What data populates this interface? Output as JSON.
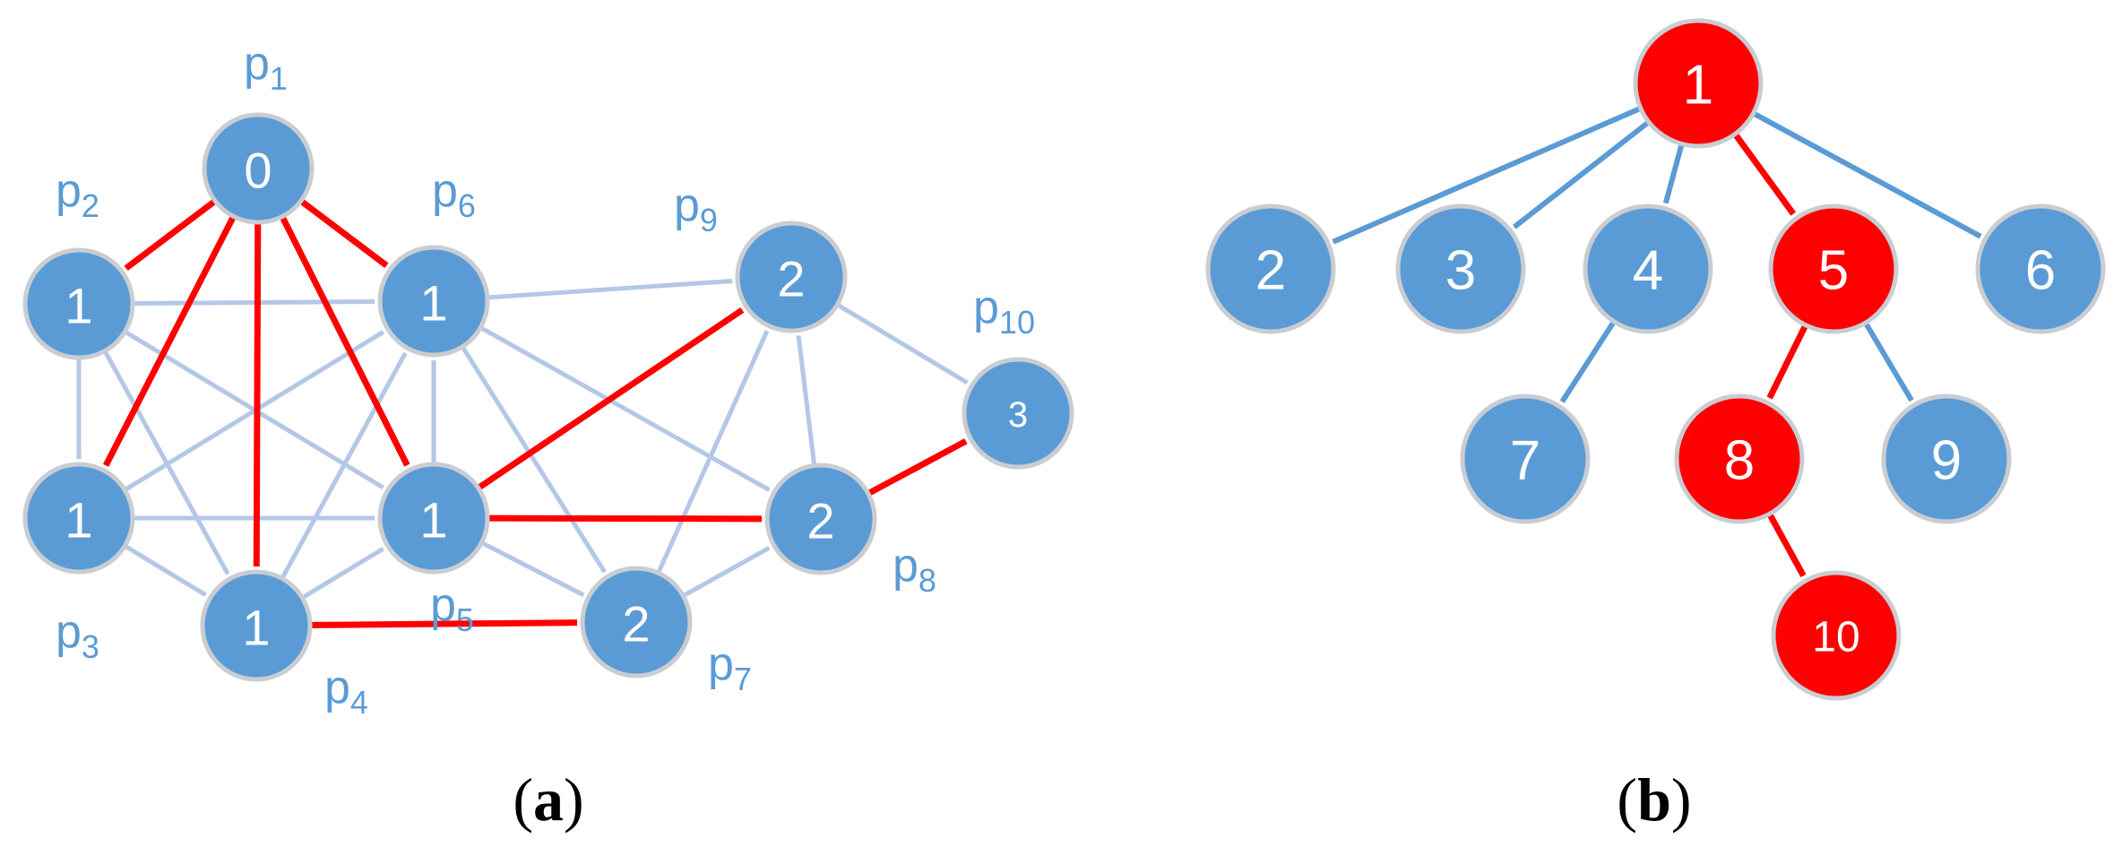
{
  "panel_a": {
    "nodes": [
      {
        "id": "p1",
        "value": "0",
        "label": "p",
        "sub": "1"
      },
      {
        "id": "p2",
        "value": "1",
        "label": "p",
        "sub": "2"
      },
      {
        "id": "p3",
        "value": "1",
        "label": "p",
        "sub": "3"
      },
      {
        "id": "p4",
        "value": "1",
        "label": "p",
        "sub": "4"
      },
      {
        "id": "p5",
        "value": "1",
        "label": "p",
        "sub": "5"
      },
      {
        "id": "p6",
        "value": "1",
        "label": "p",
        "sub": "6"
      },
      {
        "id": "p7",
        "value": "2",
        "label": "p",
        "sub": "7"
      },
      {
        "id": "p8",
        "value": "2",
        "label": "p",
        "sub": "8"
      },
      {
        "id": "p9",
        "value": "2",
        "label": "p",
        "sub": "9"
      },
      {
        "id": "p10",
        "value": "3",
        "label": "p",
        "sub": "10"
      }
    ],
    "edges": [
      {
        "from": "p1",
        "to": "p2",
        "highlight": true
      },
      {
        "from": "p1",
        "to": "p3",
        "highlight": true
      },
      {
        "from": "p1",
        "to": "p4",
        "highlight": true
      },
      {
        "from": "p1",
        "to": "p5",
        "highlight": true
      },
      {
        "from": "p1",
        "to": "p6",
        "highlight": true
      },
      {
        "from": "p2",
        "to": "p6",
        "highlight": false
      },
      {
        "from": "p2",
        "to": "p3",
        "highlight": false
      },
      {
        "from": "p2",
        "to": "p4",
        "highlight": false
      },
      {
        "from": "p2",
        "to": "p5",
        "highlight": false
      },
      {
        "from": "p3",
        "to": "p6",
        "highlight": false
      },
      {
        "from": "p3",
        "to": "p5",
        "highlight": false
      },
      {
        "from": "p3",
        "to": "p4",
        "highlight": false
      },
      {
        "from": "p4",
        "to": "p6",
        "highlight": false
      },
      {
        "from": "p4",
        "to": "p5",
        "highlight": false
      },
      {
        "from": "p4",
        "to": "p7",
        "highlight": true
      },
      {
        "from": "p5",
        "to": "p6",
        "highlight": false
      },
      {
        "from": "p5",
        "to": "p9",
        "highlight": true
      },
      {
        "from": "p5",
        "to": "p8",
        "highlight": true
      },
      {
        "from": "p5",
        "to": "p7",
        "highlight": false
      },
      {
        "from": "p6",
        "to": "p9",
        "highlight": false
      },
      {
        "from": "p6",
        "to": "p8",
        "highlight": false
      },
      {
        "from": "p6",
        "to": "p7",
        "highlight": false
      },
      {
        "from": "p7",
        "to": "p9",
        "highlight": false
      },
      {
        "from": "p7",
        "to": "p8",
        "highlight": false
      },
      {
        "from": "p8",
        "to": "p9",
        "highlight": false
      },
      {
        "from": "p8",
        "to": "p10",
        "highlight": true
      },
      {
        "from": "p9",
        "to": "p10",
        "highlight": false
      }
    ]
  },
  "panel_b": {
    "nodes": [
      {
        "id": "n1",
        "value": "1",
        "highlight": true
      },
      {
        "id": "n2",
        "value": "2",
        "highlight": false
      },
      {
        "id": "n3",
        "value": "3",
        "highlight": false
      },
      {
        "id": "n4",
        "value": "4",
        "highlight": false
      },
      {
        "id": "n5",
        "value": "5",
        "highlight": true
      },
      {
        "id": "n6",
        "value": "6",
        "highlight": false
      },
      {
        "id": "n7",
        "value": "7",
        "highlight": false
      },
      {
        "id": "n8",
        "value": "8",
        "highlight": true
      },
      {
        "id": "n9",
        "value": "9",
        "highlight": false
      },
      {
        "id": "n10",
        "value": "10",
        "highlight": true
      }
    ],
    "edges": [
      {
        "from": "n1",
        "to": "n2",
        "highlight": false
      },
      {
        "from": "n1",
        "to": "n3",
        "highlight": false
      },
      {
        "from": "n1",
        "to": "n4",
        "highlight": false
      },
      {
        "from": "n1",
        "to": "n5",
        "highlight": true
      },
      {
        "from": "n1",
        "to": "n6",
        "highlight": false
      },
      {
        "from": "n4",
        "to": "n7",
        "highlight": false
      },
      {
        "from": "n5",
        "to": "n8",
        "highlight": true
      },
      {
        "from": "n5",
        "to": "n9",
        "highlight": false
      },
      {
        "from": "n8",
        "to": "n10",
        "highlight": true
      }
    ]
  },
  "captions": {
    "a_open": "(",
    "a_letter": "a",
    "a_close": ")",
    "b_open": "(",
    "b_letter": "b",
    "b_close": ")"
  },
  "colors": {
    "node_blue": "#5b9bd5",
    "node_red": "#ff0000",
    "edge_light": "#b4c7e7",
    "edge_red": "#ff0000",
    "edge_blue": "#5b9bd5",
    "label_blue": "#5b9bd5"
  }
}
